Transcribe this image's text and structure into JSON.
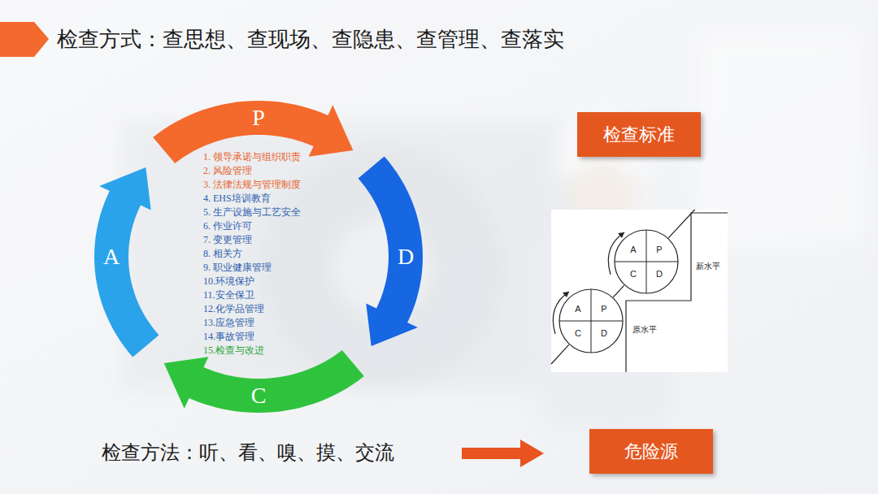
{
  "diagram": {
    "title": "检查方式：查思想、查现场、查隐患、查管理、查落实",
    "nodes": [
      {
        "text": [
          "P"
        ]
      },
      {
        "text": [
          "D"
        ]
      },
      {
        "text": [
          "C"
        ]
      },
      {
        "text": [
          "A"
        ]
      },
      {
        "text": [
          "检查标准"
        ]
      },
      {
        "text": [
          "新水平",
          "原水平"
        ]
      },
      {
        "text": [
          "A",
          "P",
          "C",
          "D"
        ],
        "in": 5
      },
      {
        "text": [
          "A",
          "P",
          "C",
          "D"
        ],
        "in": 5
      },
      {
        "text": [
          "危险源"
        ]
      }
    ],
    "labels": [
      "1. 领导承诺与组织职责",
      "2. 风险管理",
      "3. 法律法规与管理制度",
      "4. EHS培训教育",
      "5. 生产设施与工艺安全",
      "6. 作业许可",
      "7. 变更管理",
      "8. 相关方",
      "9. 职业健康管理",
      "10.环境保护",
      "11.安全保卫",
      "12.化学品管理",
      "13.应急管理",
      "14.事故管理",
      "15.检查与改进",
      "检查方法：听、看、嗅、摸、交流"
    ]
  }
}
